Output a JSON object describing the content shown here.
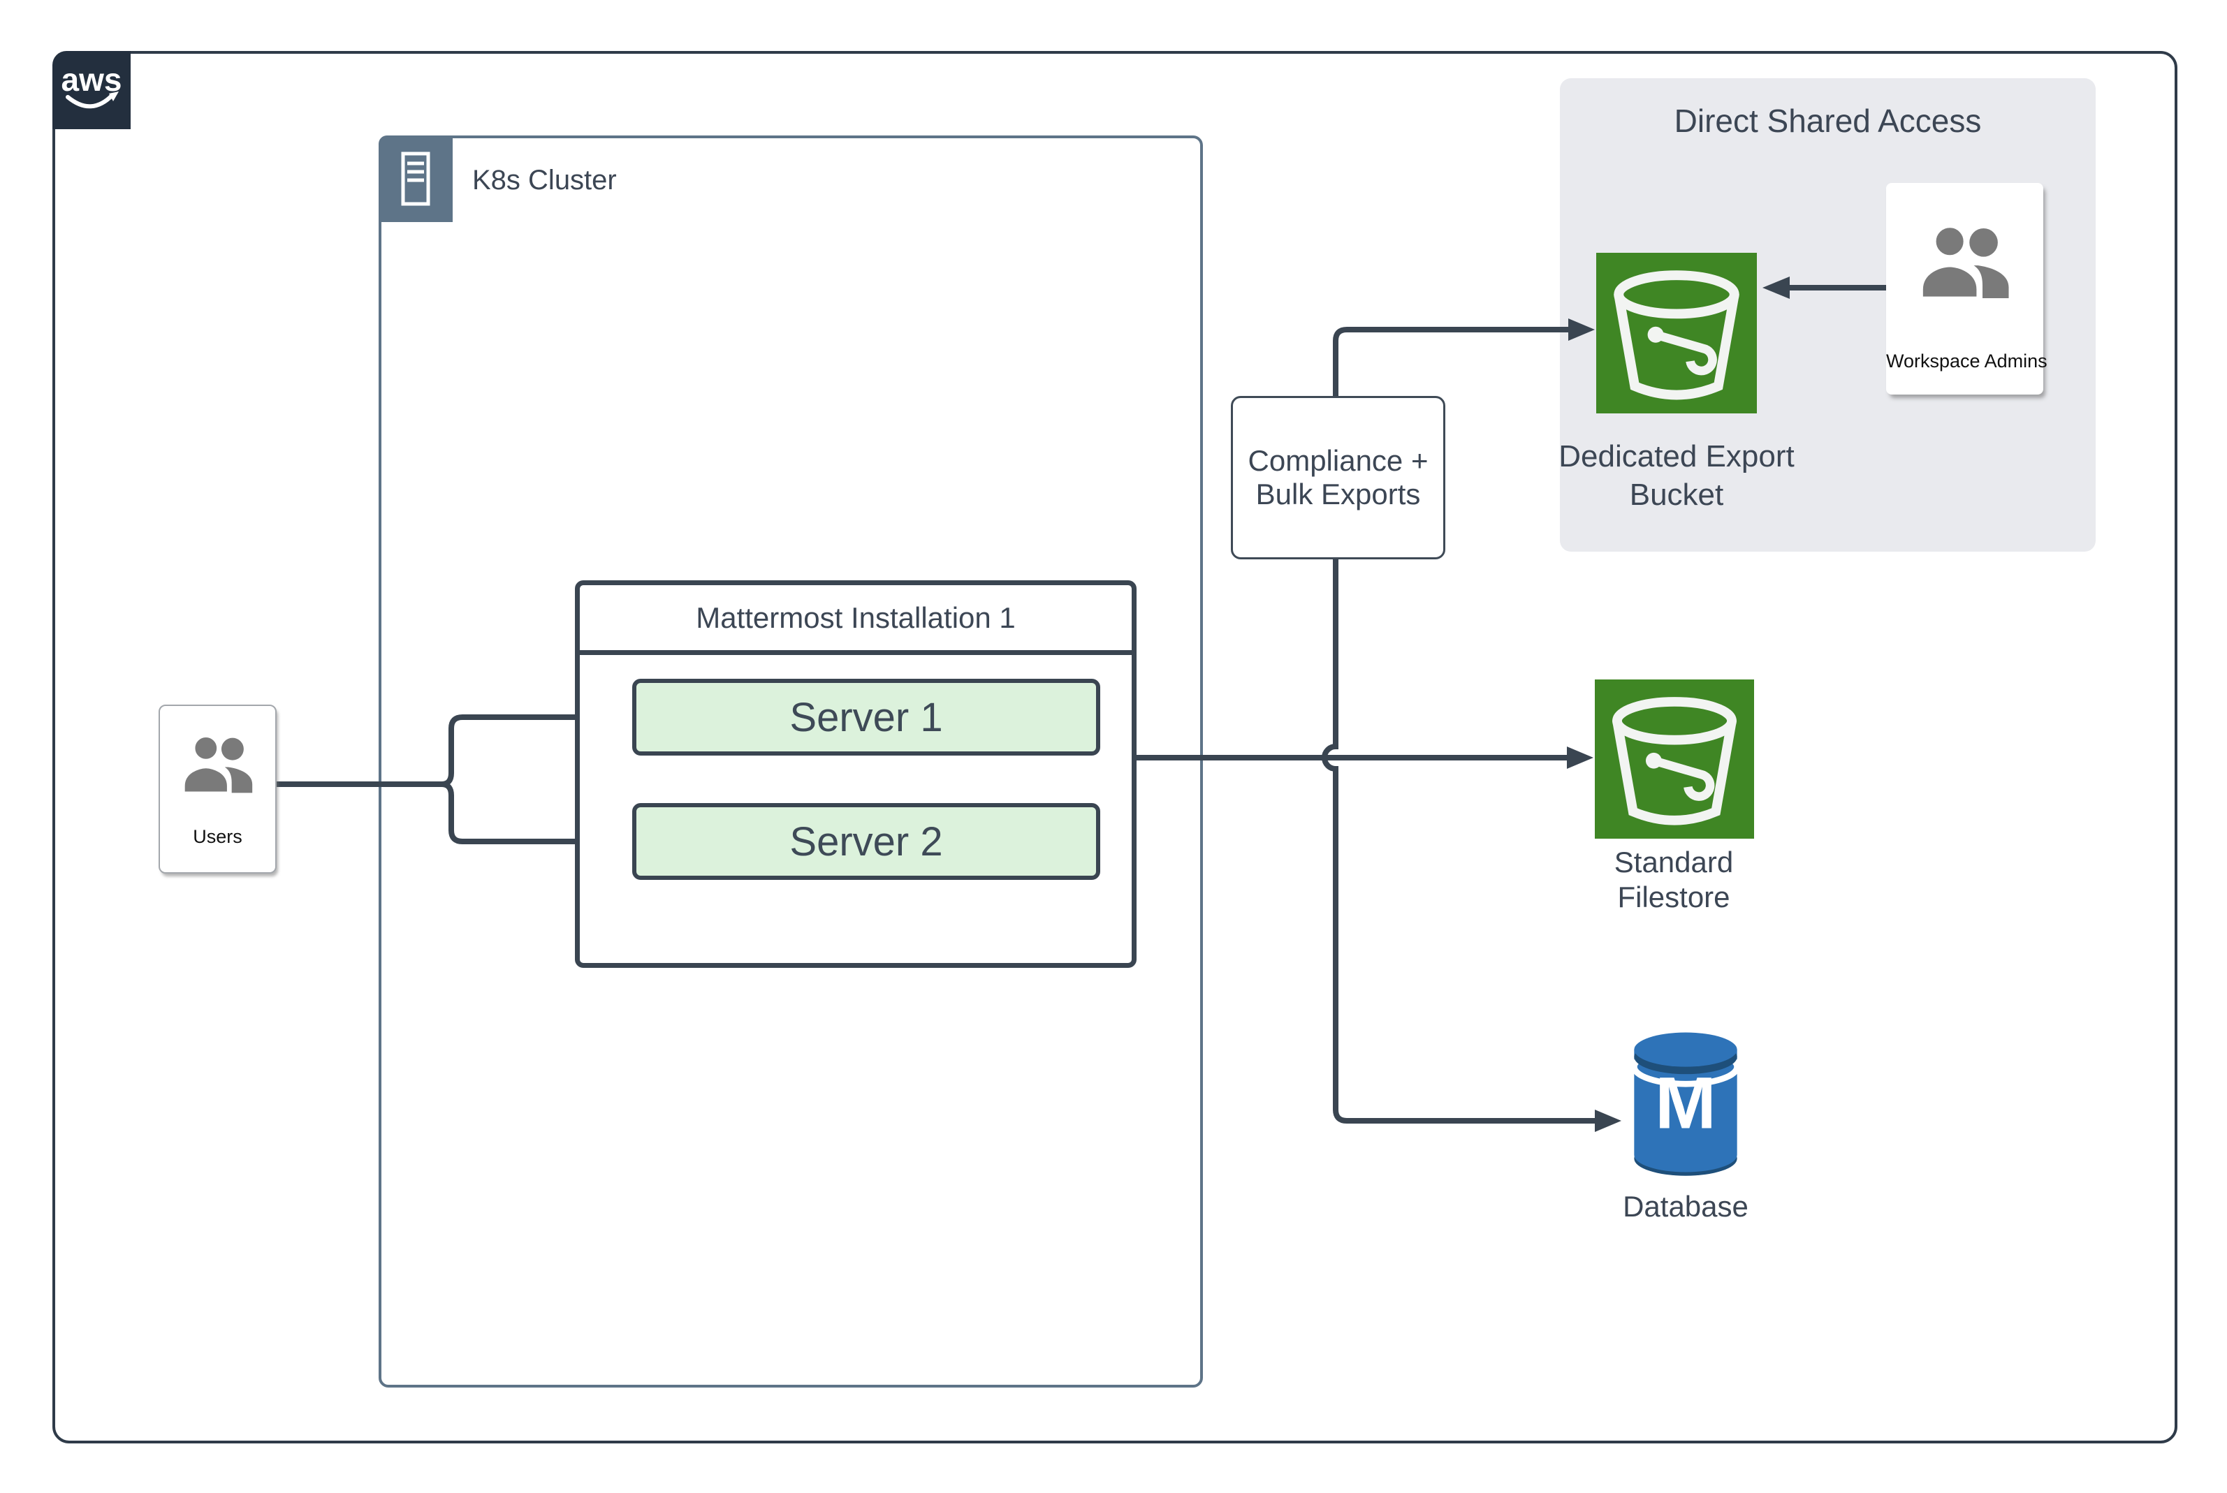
{
  "aws": {
    "logo_text": "aws"
  },
  "k8s": {
    "label": "K8s Cluster"
  },
  "users": {
    "label": "Users"
  },
  "mattermost": {
    "title": "Mattermost Installation 1",
    "servers": [
      {
        "label": "Server 1"
      },
      {
        "label": "Server 2"
      }
    ]
  },
  "compliance": {
    "line1": "Compliance +",
    "line2": "Bulk Exports"
  },
  "direct_shared_access": {
    "title": "Direct Shared Access",
    "bucket_label_line1": "Dedicated Export",
    "bucket_label_line2": "Bucket",
    "admins_label": "Workspace Admins"
  },
  "filestore": {
    "line1": "Standard",
    "line2": "Filestore"
  },
  "database": {
    "label": "Database",
    "monogram": "M"
  },
  "colors": {
    "dark": "#3a4551",
    "navy": "#232f3e",
    "k8sblue": "#5e7488",
    "greenfill": "#dcf2dc",
    "s3green": "#3f8624",
    "dbblue": "#2e73b8",
    "dbdark": "#1e4f7a",
    "panelgray": "#e9eaee",
    "icongray": "#7a7a7a",
    "text": "#3c4654"
  }
}
